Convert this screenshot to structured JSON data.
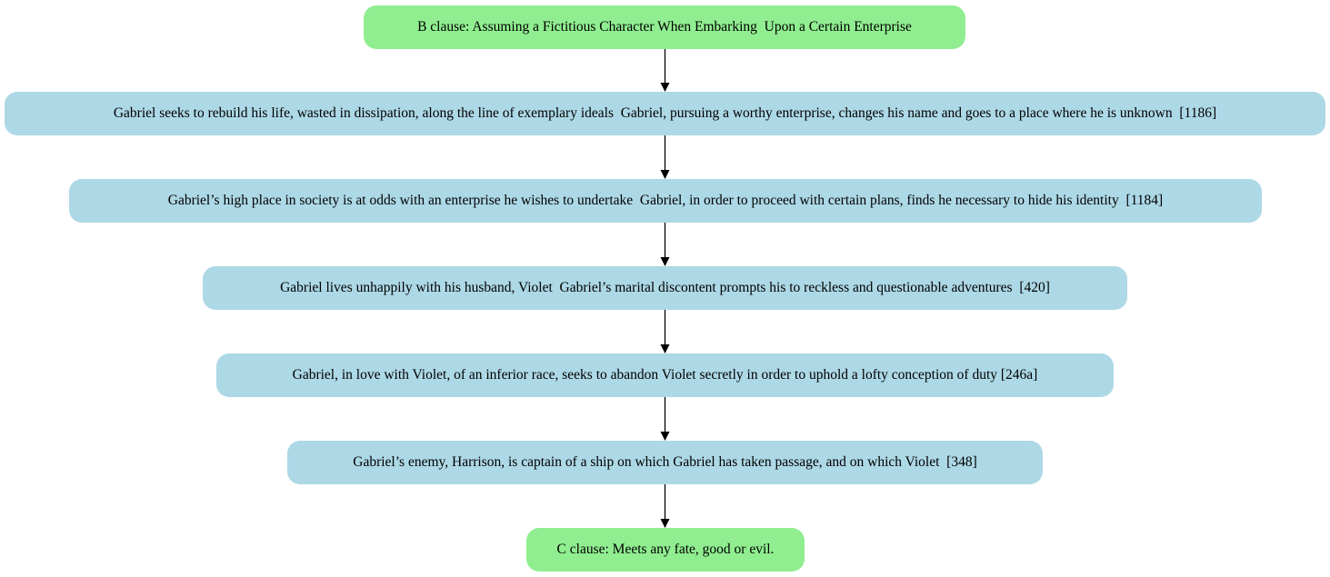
{
  "diagram": {
    "type": "flowchart",
    "direction": "top-to-bottom",
    "nodes": [
      {
        "id": "n0",
        "kind": "clause",
        "label": "B clause: Assuming a Fictitious Character When Embarking  Upon a Certain Enterprise"
      },
      {
        "id": "n1",
        "kind": "step",
        "label": "Gabriel seeks to rebuild his life, wasted in dissipation, along the line of exemplary ideals  Gabriel, pursuing a worthy enterprise, changes his name and goes to a place where he is unknown  [1186]"
      },
      {
        "id": "n2",
        "kind": "step",
        "label": "Gabriel’s high place in society is at odds with an enterprise he wishes to undertake  Gabriel, in order to proceed with certain plans, finds he necessary to hide his identity  [1184]"
      },
      {
        "id": "n3",
        "kind": "step",
        "label": "Gabriel lives unhappily with his husband, Violet  Gabriel’s marital discontent prompts his to reckless and questionable adventures  [420]"
      },
      {
        "id": "n4",
        "kind": "step",
        "label": "Gabriel, in love with Violet, of an inferior race, seeks to abandon Violet secretly in order to uphold a lofty conception of duty [246a]"
      },
      {
        "id": "n5",
        "kind": "step",
        "label": "Gabriel’s enemy, Harrison, is captain of a ship on which Gabriel has taken passage, and on which Violet  [348]"
      },
      {
        "id": "n6",
        "kind": "clause",
        "label": "C clause: Meets any fate, good or evil."
      }
    ],
    "edges": [
      {
        "from": "n0",
        "to": "n1"
      },
      {
        "from": "n1",
        "to": "n2"
      },
      {
        "from": "n2",
        "to": "n3"
      },
      {
        "from": "n3",
        "to": "n4"
      },
      {
        "from": "n4",
        "to": "n5"
      },
      {
        "from": "n5",
        "to": "n6"
      }
    ],
    "colors": {
      "clause_fill": "#90ee90",
      "step_fill": "#add8e6",
      "edge": "#000000"
    }
  }
}
